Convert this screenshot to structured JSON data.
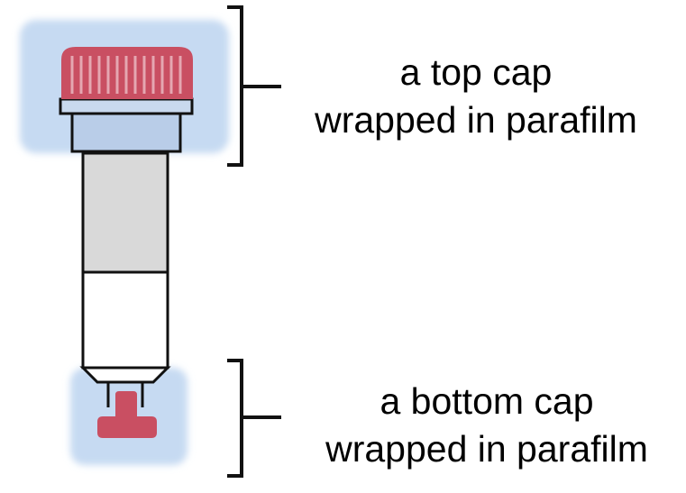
{
  "top_annotation": {
    "line1": "a top cap",
    "line2": "wrapped in parafilm"
  },
  "bottom_annotation": {
    "line1": "a bottom cap",
    "line2": "wrapped in parafilm"
  },
  "colors": {
    "highlight": "#c6daf2",
    "cap_red": "#c94f62",
    "cap_stripe": "#e5a7b1",
    "ring_blue": "#b9cde8",
    "packing_gray": "#d9d9d9",
    "outline": "#111111"
  }
}
